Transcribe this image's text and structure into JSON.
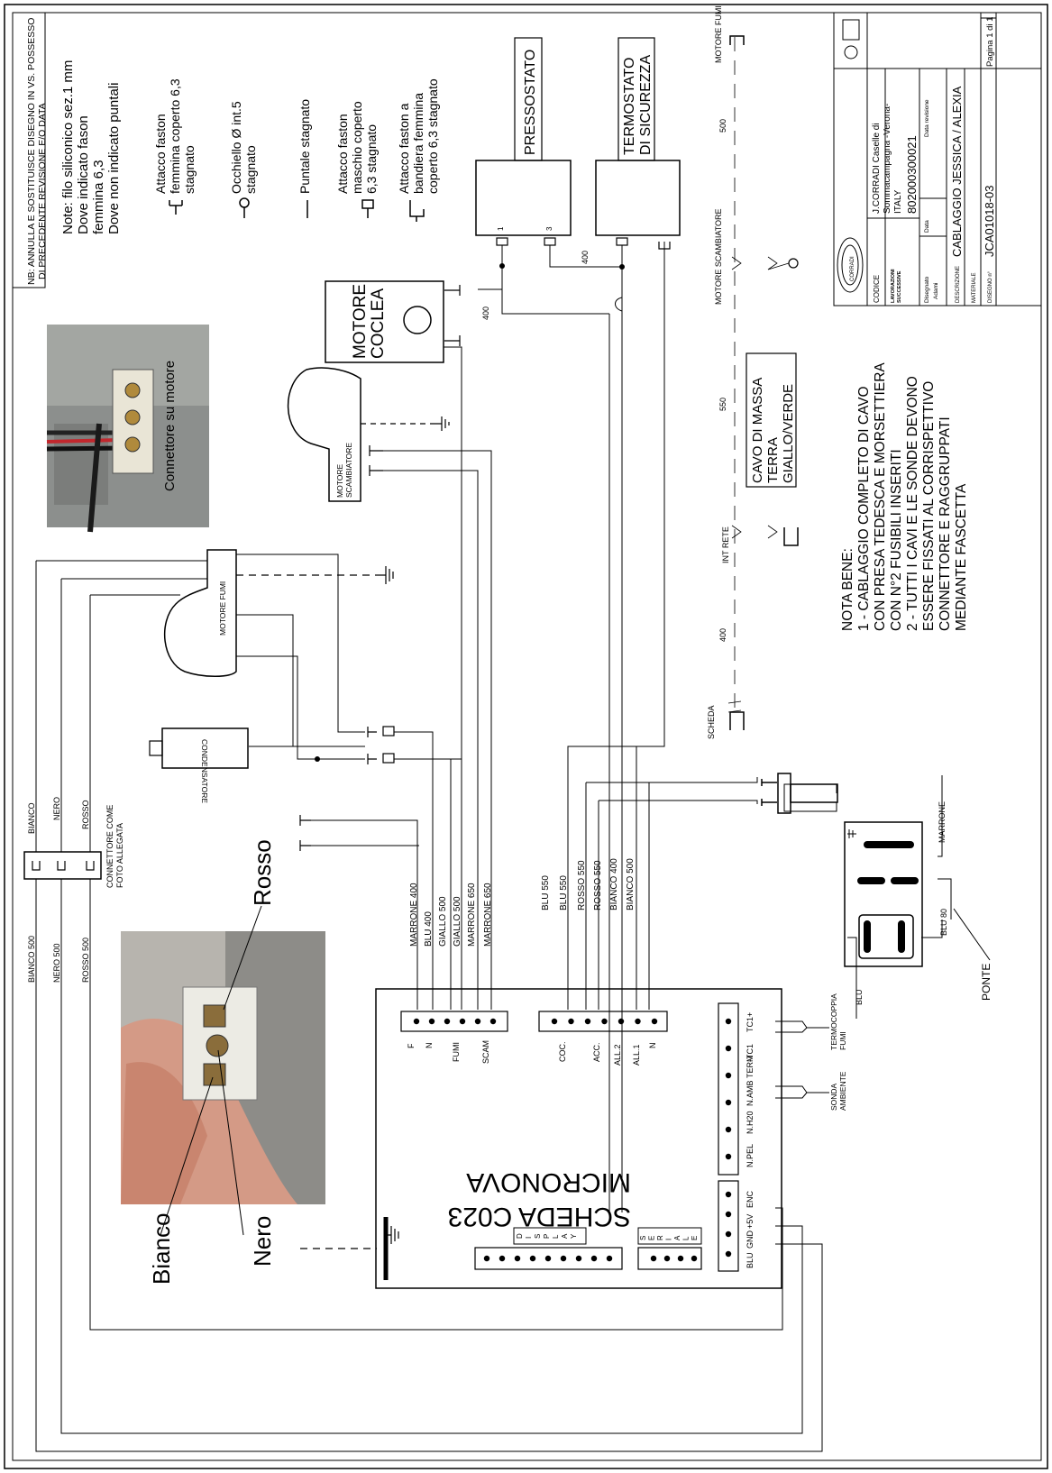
{
  "header_note": [
    "NB: ANNULLA E SOSTITUISCE DISEGNO IN VS. POSSESSO",
    "DI PRECEDENTE REVISIONE E/O DATA"
  ],
  "legend": {
    "note_lines": [
      "Note: filo siliconico sez.1 mm",
      "Dove indicato fason",
      "femmina 6,3",
      "Dove non indicato puntali"
    ],
    "items": [
      [
        "Attacco faston",
        "femmina coperto 6,3",
        "stagnato"
      ],
      [
        "Occhiello Ø int.5",
        "stagnato"
      ],
      [
        "Puntale stagnato"
      ],
      [
        "Attacco faston",
        "maschio coperto",
        "6,3 stagnato"
      ],
      [
        "Attacco faston a",
        "bandiera femmina",
        "coperto 6,3 stagnato"
      ]
    ]
  },
  "photo_top_caption": "Connettore su motore",
  "photo_bottom_labels": {
    "rosso": "Rosso",
    "bianco": "Bianco",
    "nero": "Nero"
  },
  "components": {
    "pressostato": "PRESSOSTATO",
    "termostato": [
      "TERMOSTATO",
      "DI SICUREZZA"
    ],
    "motore_coclea": [
      "MOTORE",
      "COCLEA"
    ],
    "motore_scambiatore": [
      "MOTORE",
      "SCAMBIATORE"
    ],
    "motore_fumi": "MOTORE FUMI",
    "condensatore": "CONDENSATORE",
    "pin_1": "1",
    "pin_3": "3",
    "len_400": "400"
  },
  "length_scale": {
    "left_label": "SCHEDA",
    "marks": [
      "400",
      "INT RETE",
      "550",
      "MOTORE SCAMBIATORE",
      "500",
      "MOTORE FUMI"
    ]
  },
  "massa_box": [
    "CAVO DI MASSA",
    "TERRA",
    "GIALLO/VERDE"
  ],
  "nota_bene": [
    "NOTA BENE:",
    "1 - CABLAGGIO COMPLETO DI CAVO",
    "     CON PRESA TEDESCA E MORSETTIERA",
    "     CON N°2 FUSIBILI INSERITI",
    "2 - TUTTI I CAVI E LE SONDE DEVONO",
    "     ESSERE FISSATI AL CORRISPETTIVO",
    "     CONNETTORE E RAGGRUPPATI",
    "     MEDIANTE FASCETTA"
  ],
  "title_block": {
    "company": [
      "J.CORRADI Caselle di",
      "Sommacampagna -Verona-",
      "ITALY"
    ],
    "codice_label": "CODICE",
    "codice": "802000300021",
    "lavorazioni": [
      "LAVORAZIONI",
      "SUCCESSIVE"
    ],
    "disegnato_label": "Disegnato",
    "disegnato": "Adami",
    "data_label": "Data",
    "data_revisione_label": "Data revisione",
    "descrizione_label": "DESCRIZIONE",
    "descrizione": "CABLAGGIO JESSICA / ALEXIA",
    "materiale_label": "MATERIALE",
    "disegno_label": "DISEGNO n°",
    "disegno": "JCA01018-03",
    "pagina": "Pagina 1 di 1",
    "logo_text": "CORRADI"
  },
  "board": {
    "title": [
      "SCHEDA C023",
      "MICRONOVA"
    ],
    "top_terminals": [
      "F",
      "N",
      "FUMI",
      "SCAM"
    ],
    "mid_terminals": [
      "COC.",
      "ACC.",
      "ALL.2",
      "ALL.1",
      "N"
    ],
    "probe_terminals": [
      "TC1+",
      "-TC1",
      "TERM",
      "N.AMB",
      "N.H20",
      "N.PEL"
    ],
    "enc_terminals": [
      "ENC",
      "+5V",
      "GND",
      "BLU"
    ],
    "display_letters": [
      "D",
      "I",
      "S",
      "P",
      "L",
      "A",
      "Y"
    ],
    "seriale_letters": [
      "S",
      "E",
      "R",
      "I",
      "A",
      "L",
      "E"
    ]
  },
  "wire_labels_fumi": [
    "MARRONE  400",
    "BLU    400",
    "GIALLO  500",
    "GIALLO  500",
    "MARRONE  650",
    "MARRONE  650"
  ],
  "wire_labels_coclea": [
    "BLU   550",
    "BLU   550",
    "ROSSO  550",
    "ROSSO  550",
    "BIANCO  400",
    "BIANCO  500"
  ],
  "plug": {
    "top_labels": [
      "BIANCO",
      "NERO",
      "ROSSO"
    ],
    "caption": [
      "CONNETTORE COME",
      "FOTO ALLEGATA"
    ],
    "bottom_labels": [
      "BIANCO  500",
      "NERO  500",
      "ROSSO  500"
    ]
  },
  "probes": {
    "termocoppia": [
      "TERMOCOPPIA",
      "FUMI"
    ],
    "sonda": [
      "SONDA",
      "AMBIENTE"
    ]
  },
  "switch": {
    "marrone": "MARRONE",
    "blu80": "BLU  80",
    "blu": "BLU",
    "ponte": "PONTE"
  }
}
